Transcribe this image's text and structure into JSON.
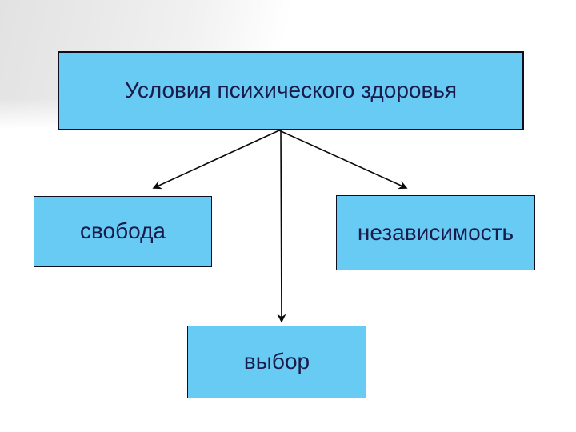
{
  "slide": {
    "title": "Условия психического здоровья",
    "nodes": [
      {
        "label": "свобода"
      },
      {
        "label": "независимость"
      },
      {
        "label": "выбор"
      }
    ],
    "edges": [
      {
        "from": "Условия психического здоровья",
        "to": "свобода"
      },
      {
        "from": "Условия психического здоровья",
        "to": "независимость"
      },
      {
        "from": "Условия психического здоровья",
        "to": "выбор"
      }
    ],
    "colors": {
      "box_fill": "#67cbf3",
      "box_border": "#0e0e20",
      "text": "#1a1a4b",
      "arrow": "#0a0a0a",
      "corner_shade": "#e5e5e5",
      "background": "#ffffff"
    }
  }
}
